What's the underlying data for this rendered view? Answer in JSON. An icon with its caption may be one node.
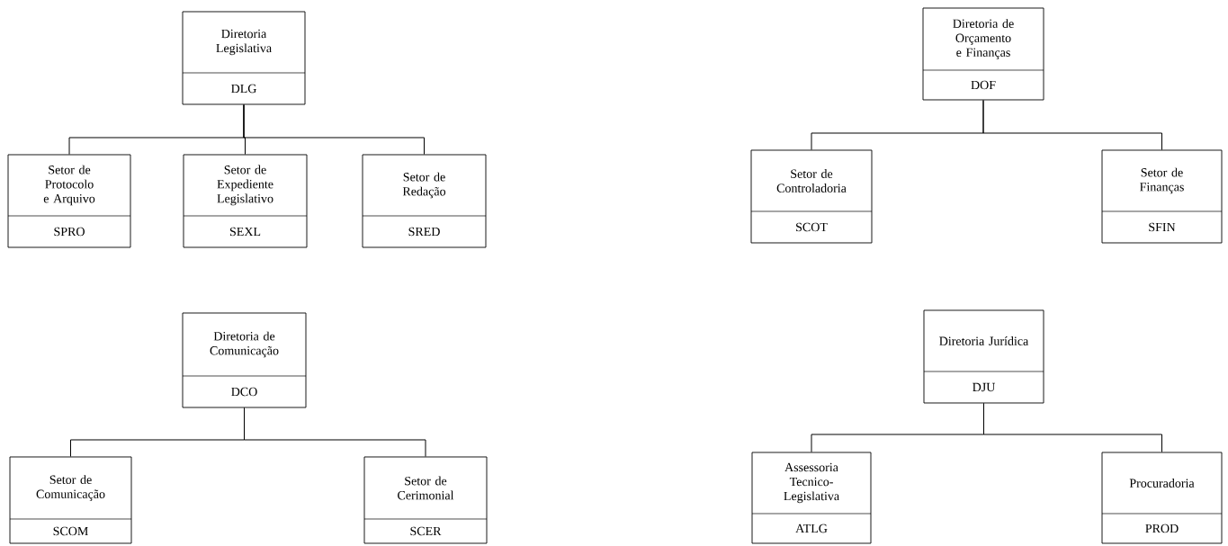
{
  "diagram": {
    "nodes": [
      {
        "text": [
          "Diretoria Legislativa",
          "DLG"
        ]
      },
      {
        "text": [
          "Setor de Protocolo e Arquivo",
          "SPRO"
        ]
      },
      {
        "text": [
          "Setor de Expediente Legislativo",
          "SEXL"
        ]
      },
      {
        "text": [
          "Setor de Redação",
          "SRED"
        ]
      },
      {
        "text": [
          "Diretoria de Orçamento e Finanças",
          "DOF"
        ]
      },
      {
        "text": [
          "Setor de Controladoria",
          "SCOT"
        ]
      },
      {
        "text": [
          "Setor de Finanças",
          "SFIN"
        ]
      },
      {
        "text": [
          "Diretoria de Comunicação",
          "DCO"
        ]
      },
      {
        "text": [
          "Setor de Comunicação",
          "SCOM"
        ]
      },
      {
        "text": [
          "Setor de Cerimonial",
          "SCER"
        ]
      },
      {
        "text": [
          "Diretoria Jurídica",
          "DJU"
        ]
      },
      {
        "text": [
          "Assessoria Tecnico-Legislativa",
          "ATLG"
        ]
      },
      {
        "text": [
          "Procuradoria",
          "PROD"
        ]
      }
    ],
    "edges": [
      {
        "from": 0,
        "to": 1,
        "arrow": "none"
      },
      {
        "from": 0,
        "to": 2,
        "arrow": "none"
      },
      {
        "from": 0,
        "to": 3,
        "arrow": "none"
      },
      {
        "from": 4,
        "to": 5,
        "arrow": "none"
      },
      {
        "from": 4,
        "to": 6,
        "arrow": "none"
      },
      {
        "from": 7,
        "to": 8,
        "arrow": "none"
      },
      {
        "from": 7,
        "to": 9,
        "arrow": "none"
      },
      {
        "from": 10,
        "to": 11,
        "arrow": "none"
      },
      {
        "from": 10,
        "to": 12,
        "arrow": "none"
      }
    ]
  }
}
